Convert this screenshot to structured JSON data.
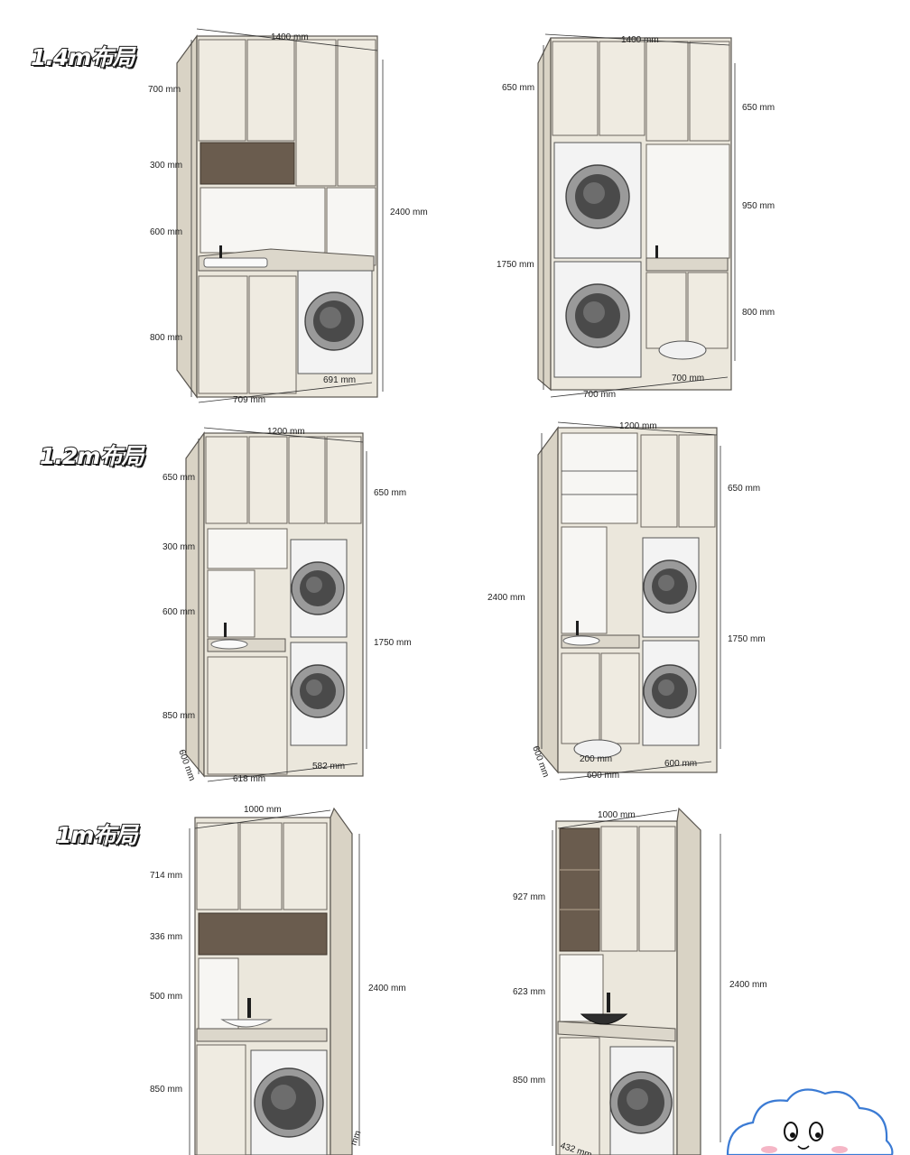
{
  "sections": [
    {
      "title": "1.4m布局",
      "left": {
        "width_label": "1400 mm",
        "height_label": "2400 mm",
        "left_labels": [
          "700 mm",
          "300 mm",
          "600 mm",
          "800 mm"
        ],
        "bottom_labels": [
          "709 mm",
          "691 mm"
        ]
      },
      "right": {
        "width_label": "1400 mm",
        "left_labels": [
          "650 mm",
          "1750 mm"
        ],
        "right_labels": [
          "650 mm",
          "950 mm",
          "800 mm"
        ],
        "bottom_labels": [
          "700 mm",
          "700 mm"
        ]
      }
    },
    {
      "title": "1.2m布局",
      "left": {
        "width_label": "1200 mm",
        "left_labels": [
          "650 mm",
          "300 mm",
          "600 mm",
          "850 mm"
        ],
        "right_labels": [
          "650 mm",
          "1750 mm"
        ],
        "depth_label": "600 mm",
        "bottom_labels": [
          "618 mm",
          "582 mm"
        ]
      },
      "right": {
        "width_label": "1200 mm",
        "left_labels": [
          "2400 mm"
        ],
        "right_labels": [
          "650 mm",
          "1750 mm"
        ],
        "depth_label": "600 mm",
        "inner_label": "200 mm",
        "bottom_labels": [
          "600 mm",
          "600 mm"
        ]
      }
    },
    {
      "title": "1m布局",
      "left": {
        "width_label": "1000 mm",
        "height_label": "2400 mm",
        "left_labels": [
          "714 mm",
          "336 mm",
          "500 mm",
          "850 mm"
        ],
        "bottom_labels": [
          "",
          "mm"
        ]
      },
      "right": {
        "width_label": "1000 mm",
        "height_label": "2400 mm",
        "left_labels": [
          "927 mm",
          "623 mm",
          "850 mm"
        ],
        "bottom_labels": [
          "432 mm"
        ]
      }
    }
  ],
  "colors": {
    "cabinet": "#ebe7dc",
    "wood_shelf": "#6a5c4e",
    "title_outline": "#1a1a1a"
  },
  "icons": [
    "washing-machine-icon",
    "dryer-icon",
    "faucet-icon",
    "basin-icon",
    "robot-vacuum-icon",
    "cloud-mascot-icon"
  ]
}
